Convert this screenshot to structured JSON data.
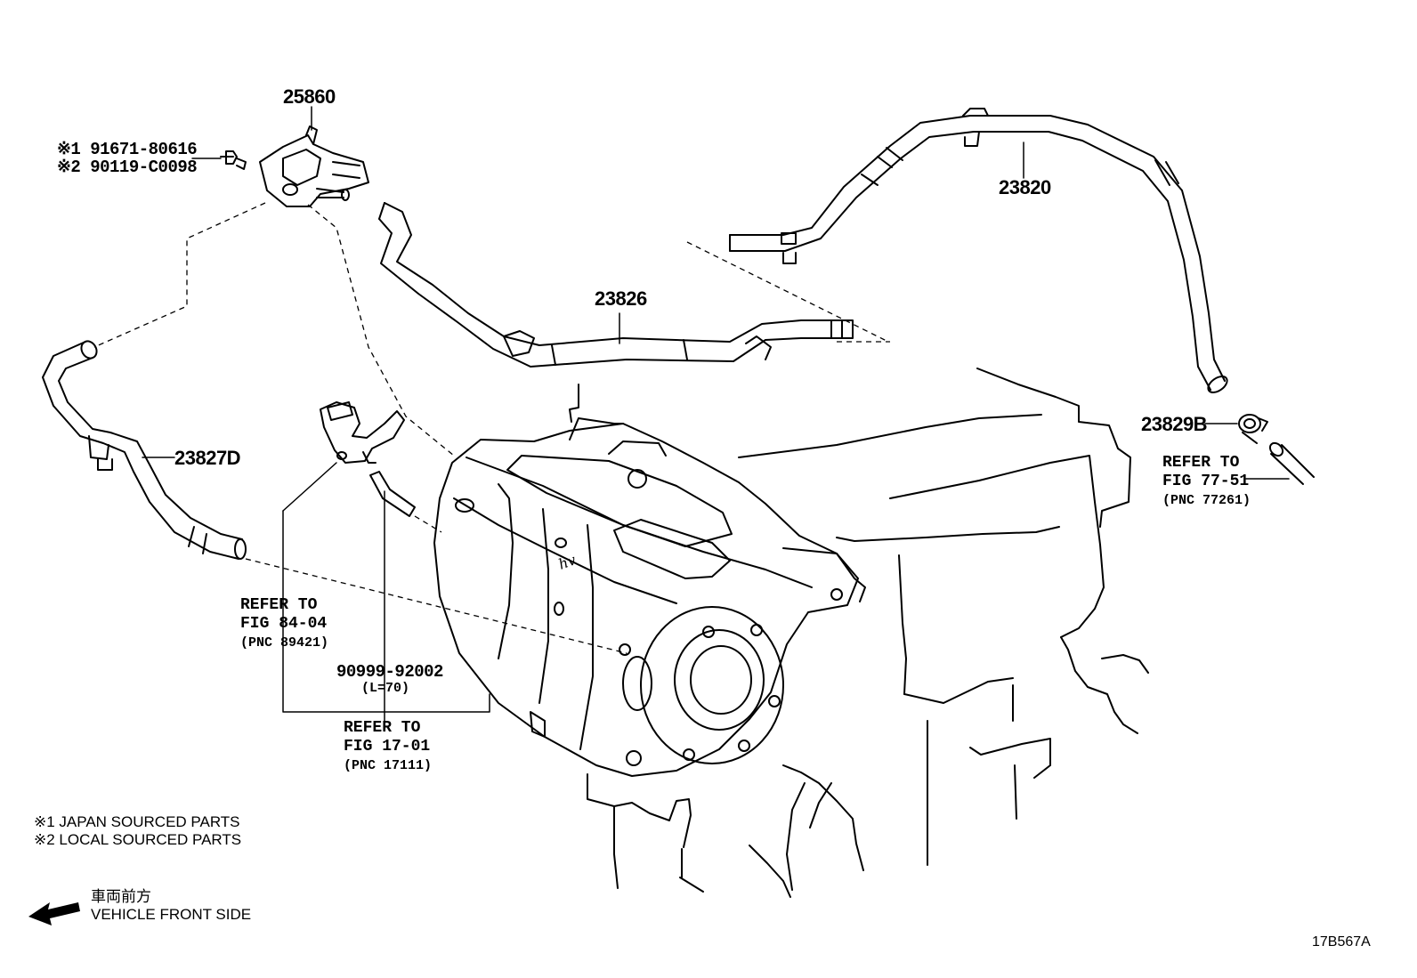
{
  "parts": {
    "p25860": "25860",
    "p23820": "23820",
    "p23826": "23826",
    "p23827d": "23827D",
    "p23829b": "23829B",
    "bolt_jp": "※1 91671-80616",
    "bolt_local": "※2 90119-C0098",
    "clip": "90999-92002",
    "clip_len": "(L=70)"
  },
  "refs": {
    "fig8404": {
      "line1": "REFER TO",
      "line2": "FIG 84-04",
      "pnc": "(PNC 89421)"
    },
    "fig1701": {
      "line1": "REFER TO",
      "line2": "FIG 17-01",
      "pnc": "(PNC 17111)"
    },
    "fig7751": {
      "line1": "REFER TO",
      "line2": "FIG 77-51",
      "pnc": "(PNC 77261)"
    }
  },
  "legend": {
    "japan": "※1  JAPAN SOURCED PARTS",
    "local": "※2  LOCAL SOURCED PARTS"
  },
  "direction": {
    "jp": "車両前方",
    "en": "VEHICLE FRONT SIDE"
  },
  "illustration_id": "17B567A"
}
